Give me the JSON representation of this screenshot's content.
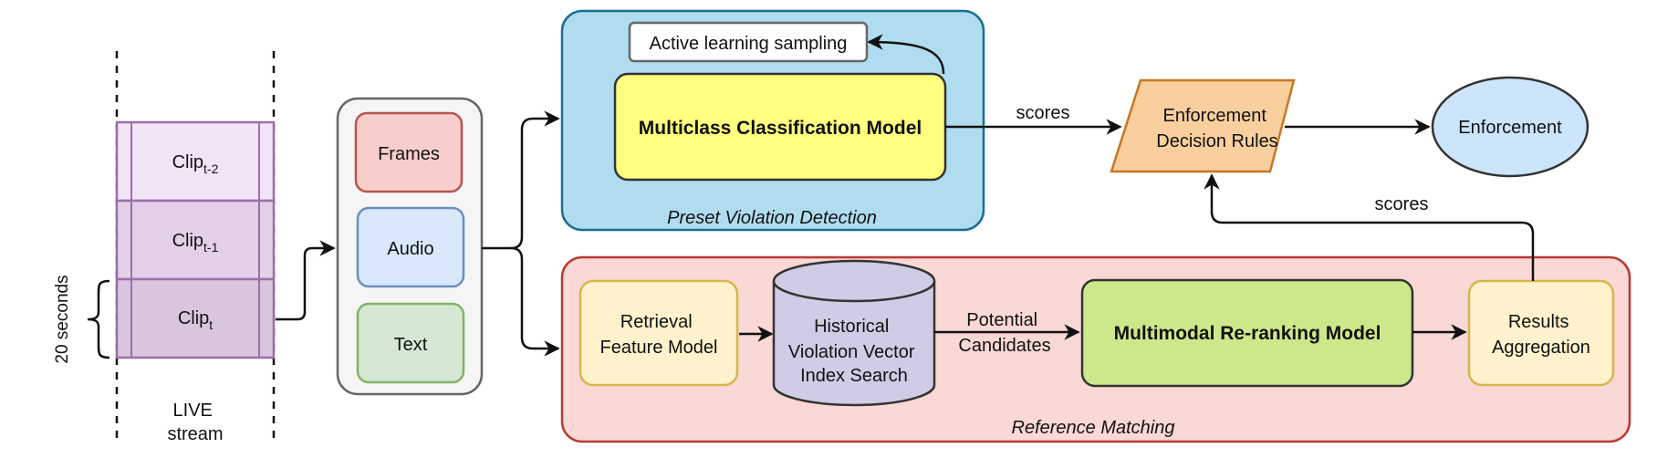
{
  "stream": {
    "clip_base": "Clip",
    "clips": [
      {
        "sub": "t-2"
      },
      {
        "sub": "t-1"
      },
      {
        "sub": "t"
      }
    ],
    "live_label": [
      "LIVE",
      "stream"
    ],
    "duration_label": "20 seconds"
  },
  "modalities": [
    "Frames",
    "Audio",
    "Text"
  ],
  "preset": {
    "active_learning": "Active learning sampling",
    "classifier": "Multiclass Classification Model",
    "group_label": "Preset Violation Detection",
    "scores_label": "scores"
  },
  "enforcement": {
    "rules": [
      "Enforcement",
      "Decision Rules"
    ],
    "result": "Enforcement"
  },
  "reference": {
    "retrieval": [
      "Retrieval",
      "Feature Model"
    ],
    "index": [
      "Historical",
      "Violation Vector",
      "Index Search"
    ],
    "candidates": [
      "Potential",
      "Candidates"
    ],
    "reranker": "Multimodal Re-ranking Model",
    "aggregation": [
      "Results",
      "Aggregation"
    ],
    "group_label": "Reference Matching",
    "scores_label": "scores"
  },
  "colors": {
    "clip_light": "#f2e4f7",
    "clip_mid": "#e3d0e8",
    "clip_dark": "#d9c6de",
    "clip_border": "#9b6fa8",
    "preset_bg": "#b0dcef",
    "preset_border": "#1a6e94",
    "reference_bg": "#f9d8d5",
    "reference_border": "#b83a33",
    "classifier_fill": "#ffff80",
    "reranker_fill": "#cde88a",
    "rules_fill": "#f9cf9e",
    "rules_border": "#c87722",
    "result_fill": "#cce5fa",
    "cream_fill": "#fff2cc",
    "cream_border": "#d8b54a",
    "index_fill": "#d0cce5"
  }
}
